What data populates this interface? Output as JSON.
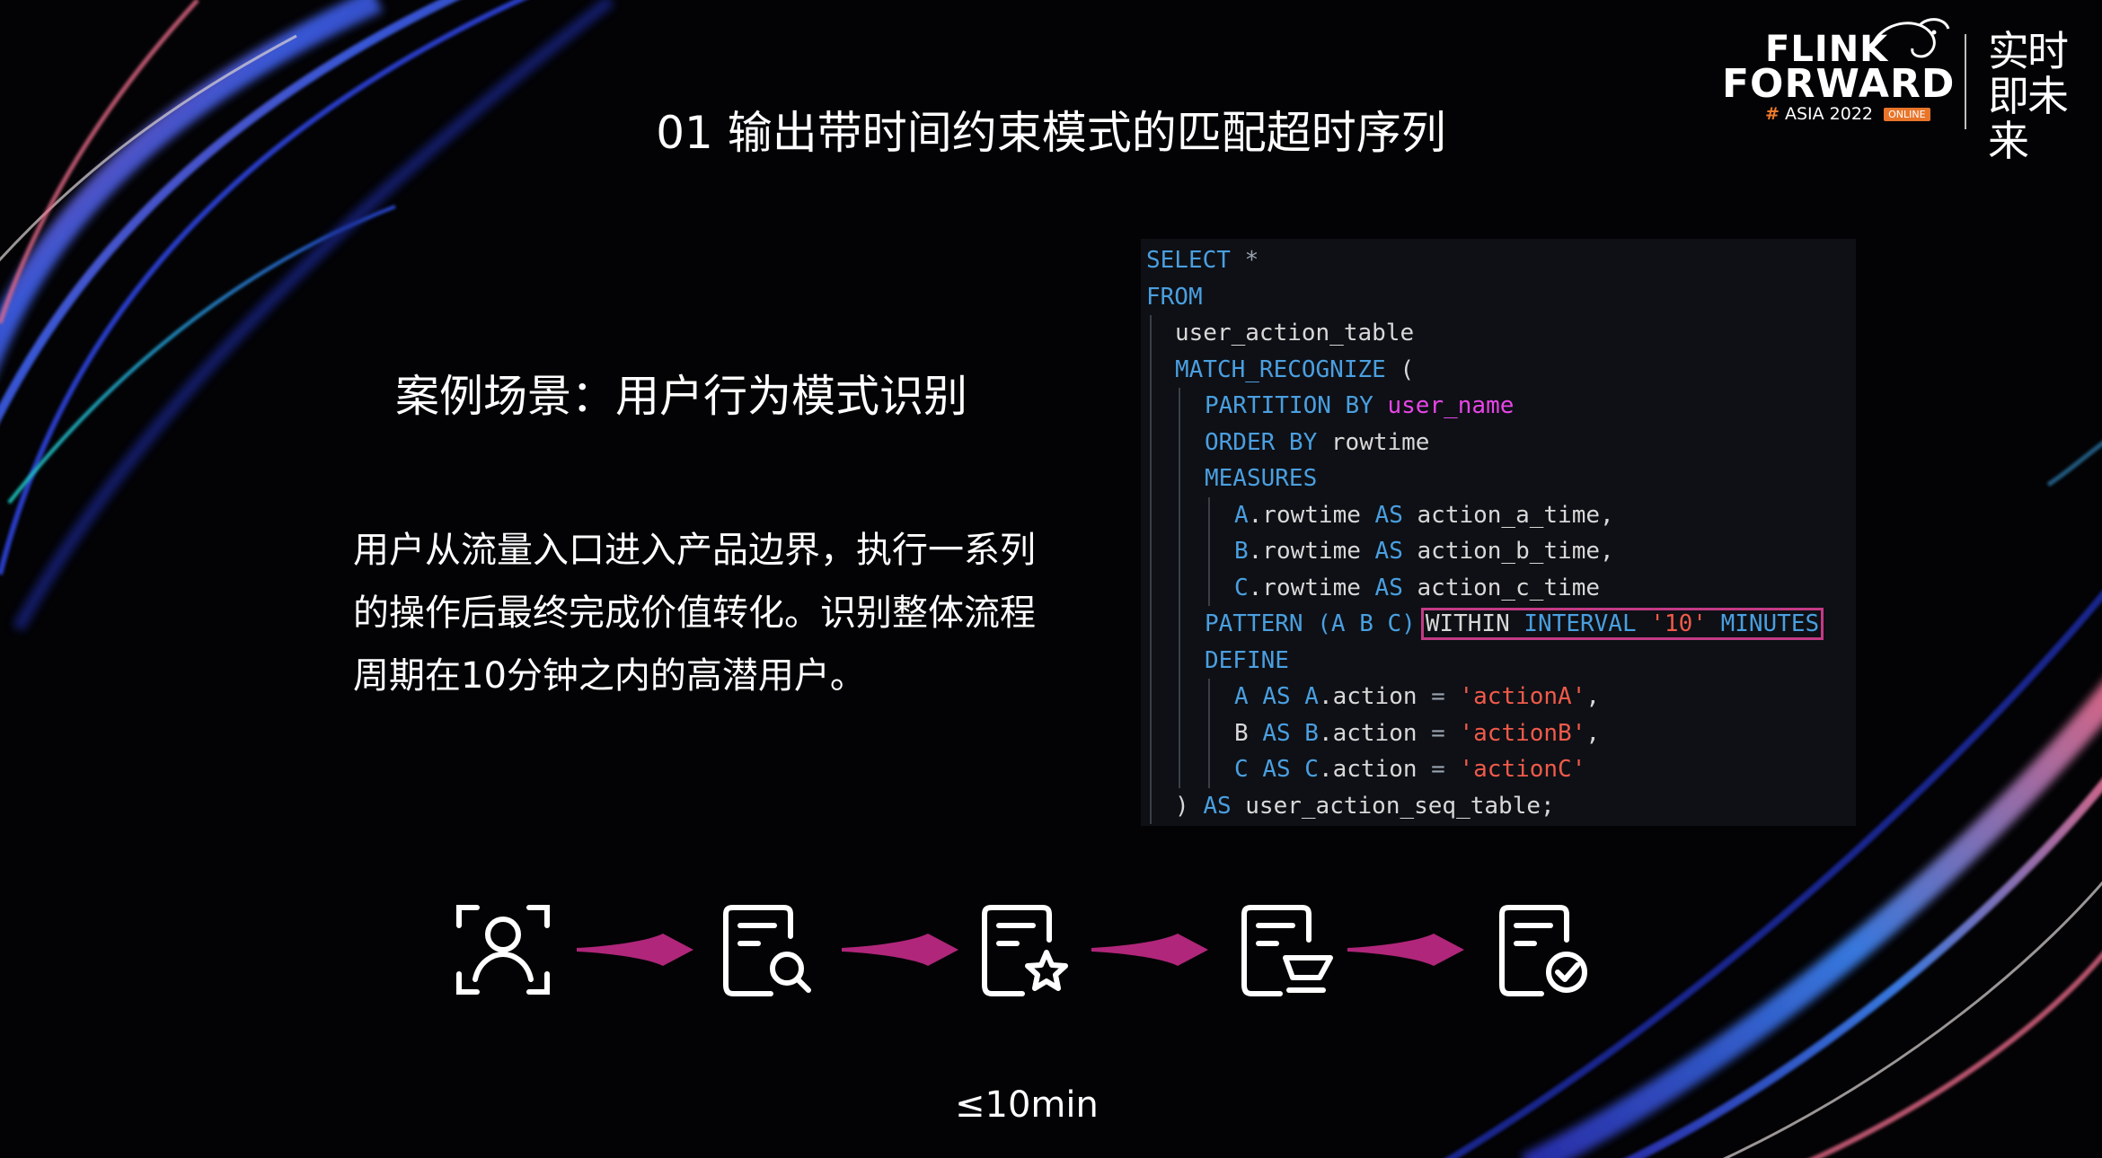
{
  "logo": {
    "line1": "FLINK",
    "line2": "FORWARD",
    "hash": "#",
    "asia": "ASIA 2022",
    "badge": "ONLINE",
    "cn": "实时即未来"
  },
  "page_title": "01 输出带时间约束模式的匹配超时序列",
  "scene_title": "案例场景：用户行为模式识别",
  "description": [
    "用户从流量入口进入产品边界，执行一系列",
    "的操作后最终完成价值转化。识别整体流程",
    "周期在10分钟之内的高潜用户。"
  ],
  "code": {
    "l1_kw": "SELECT",
    "l1_star": "*",
    "l2_kw": "FROM",
    "l3_id": "user_action_table",
    "l4_kw": "MATCH_RECOGNIZE",
    "l4_paren": "(",
    "l5_kw": "PARTITION BY",
    "l5_mag": "user_name",
    "l6_kw": "ORDER BY",
    "l6_id": "rowtime",
    "l7_kw": "MEASURES",
    "l8_a": "A",
    "l8_id": ".rowtime",
    "l8_as": "AS",
    "l8_alias": "action_a_time,",
    "l9_a": "B",
    "l9_id": ".rowtime",
    "l9_as": "AS",
    "l9_alias": "action_b_time,",
    "l10_a": "C",
    "l10_id": ".rowtime",
    "l10_as": "AS",
    "l10_alias": "action_c_time",
    "l11_kw": "PATTERN",
    "l11_pat": "(A B C)",
    "l11_within": "WITHIN",
    "l11_interval": "INTERVAL",
    "l11_str": "'10'",
    "l11_min": "MINUTES",
    "l12_kw": "DEFINE",
    "l13_v": "A",
    "l13_as": "AS",
    "l13_ref": "A",
    "l13_field": ".action",
    "l13_eq": "=",
    "l13_str": "'actionA'",
    "l13_end": ",",
    "l14_v": "B",
    "l14_as": "AS",
    "l14_ref": "B",
    "l14_field": ".action",
    "l14_eq": "=",
    "l14_str": "'actionB'",
    "l14_end": ",",
    "l15_v": "C",
    "l15_as": "AS",
    "l15_ref": "C",
    "l15_field": ".action",
    "l15_eq": "=",
    "l15_str": "'actionC'",
    "l16_close": ")",
    "l16_as": "AS",
    "l16_id": "user_action_seq_table;"
  },
  "flow": {
    "steps": [
      "user-scan-icon",
      "doc-search-icon",
      "doc-star-icon",
      "doc-cart-icon",
      "doc-check-icon"
    ],
    "label": "≤10min",
    "arrow_color": "#b0267a"
  },
  "colors": {
    "background": "#030305",
    "keyword": "#4a9fe0",
    "string": "#f05a4a",
    "highlight": "#e845e8",
    "box_border": "#c33a86"
  }
}
